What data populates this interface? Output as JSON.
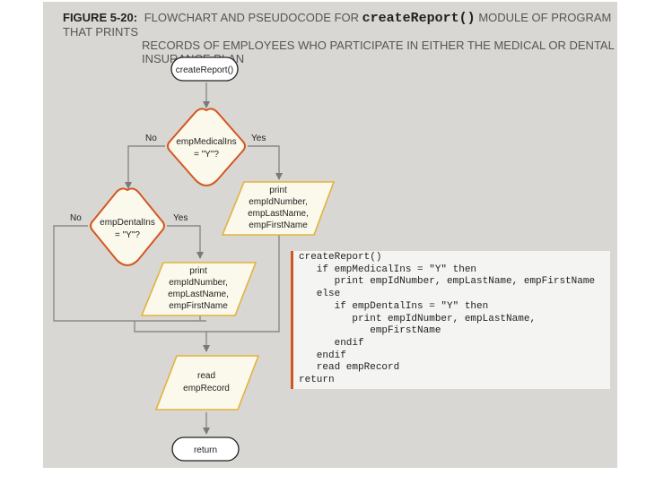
{
  "caption": {
    "figure_label": "FIGURE 5-20:",
    "text_before": "FLOWCHART AND PSEUDOCODE FOR",
    "module_name": "createReport()",
    "text_after": "MODULE OF PROGRAM THAT PRINTS",
    "line2": "RECORDS OF EMPLOYEES WHO PARTICIPATE IN EITHER THE MEDICAL OR DENTAL INSURANCE PLAN"
  },
  "flowchart": {
    "start": "createReport()",
    "decision1": [
      "empMedicalIns",
      "= \"Y\"?"
    ],
    "decision1_no": "No",
    "decision1_yes": "Yes",
    "print1": [
      "print",
      "empIdNumber,",
      "empLastName,",
      "empFirstName"
    ],
    "decision2": [
      "empDentalIns",
      "= \"Y\"?"
    ],
    "decision2_no": "No",
    "decision2_yes": "Yes",
    "print2": [
      "print",
      "empIdNumber,",
      "empLastName,",
      "empFirstName"
    ],
    "read": [
      "read",
      "empRecord"
    ],
    "end": "return"
  },
  "pseudocode": [
    "createReport()",
    "   if empMedicalIns = \"Y\" then",
    "      print empIdNumber, empLastName, empFirstName",
    "   else",
    "      if empDentalIns = \"Y\" then",
    "         print empIdNumber, empLastName,",
    "            empFirstName",
    "      endif",
    "   endif",
    "   read empRecord",
    "return"
  ],
  "colors": {
    "accent": "#d4561f",
    "background": "#d9d7d3",
    "shape_fill": "#fbf9ec"
  }
}
